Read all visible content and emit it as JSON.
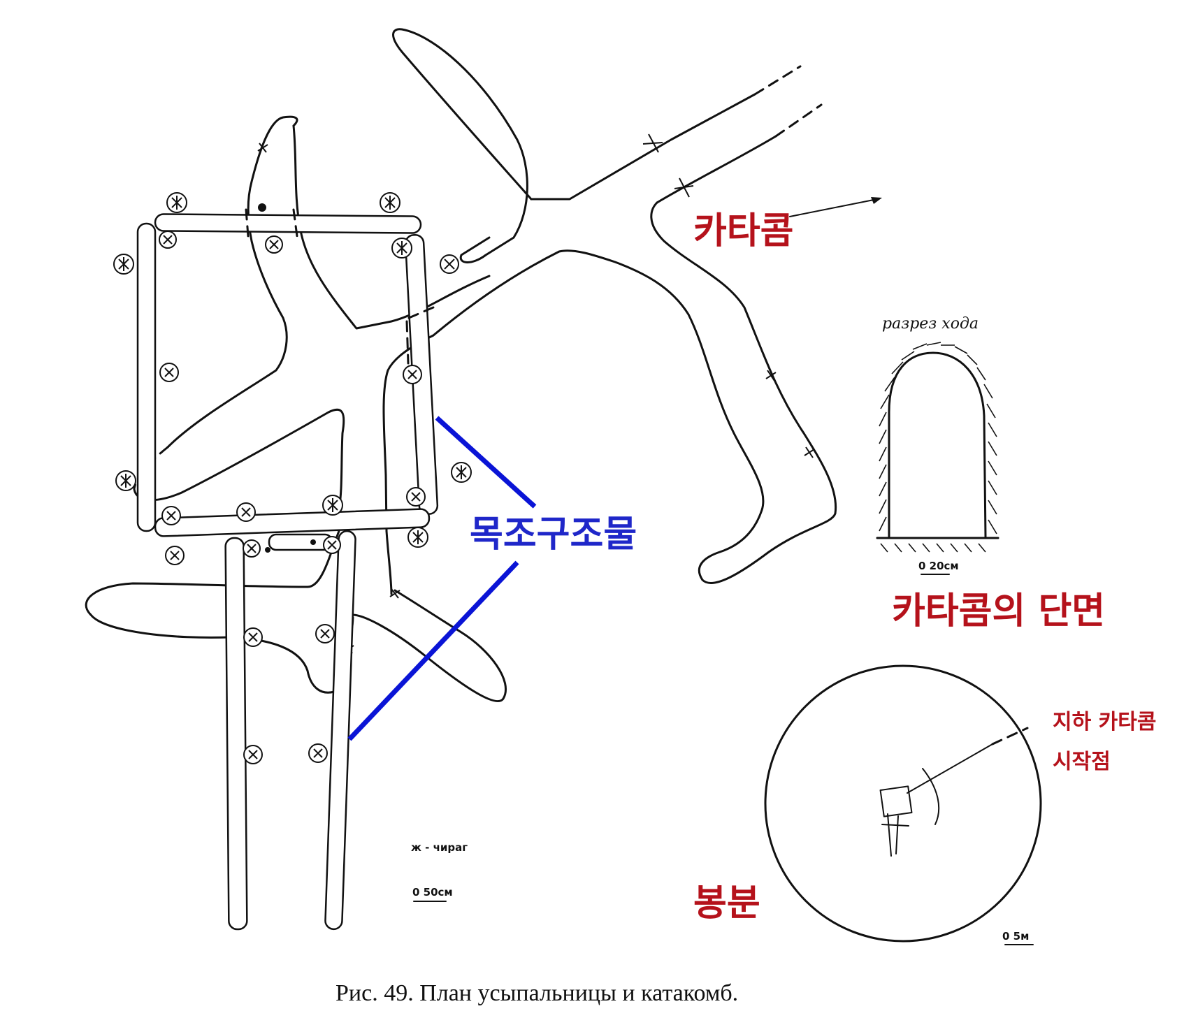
{
  "labels": {
    "catacomb": "카타콤",
    "catacomb_section": "카타콤의 단면",
    "wooden_structure": "목조구조물",
    "mound": "봉분",
    "underground_start_line1": "지하 카타콤",
    "underground_start_line2": "시작점"
  },
  "annotations": {
    "section_title": "разрез хода",
    "lamp_legend": "ж - чираг",
    "scale_50cm": "0   50см",
    "scale_20cm": "0   20см",
    "scale_5m": "0    5м"
  },
  "caption": "Рис. 49. План усыпальницы и катакомб.",
  "colors": {
    "korean_red": "#b5121b",
    "korean_blue": "#1f27c9",
    "leader_blue": "#0a14d6"
  }
}
